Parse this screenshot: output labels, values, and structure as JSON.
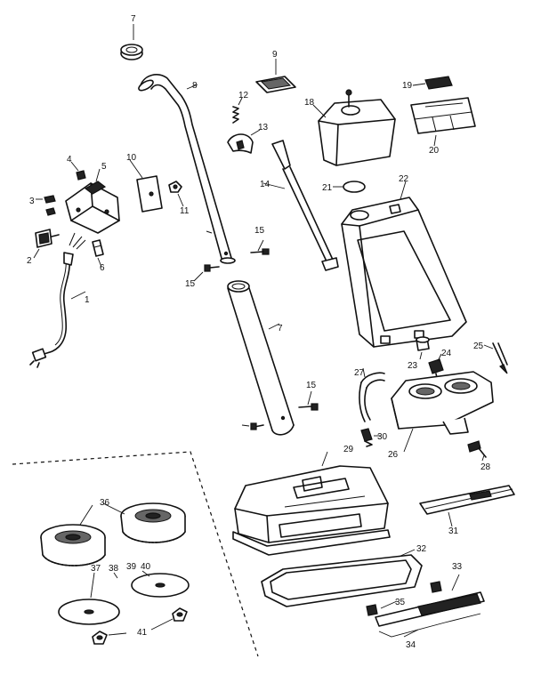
{
  "diagram": {
    "type": "exploded-parts-diagram",
    "callouts": [
      {
        "id": "c1",
        "text": "1"
      },
      {
        "id": "c2",
        "text": "2"
      },
      {
        "id": "c3",
        "text": "3"
      },
      {
        "id": "c4",
        "text": "4"
      },
      {
        "id": "c5",
        "text": "5"
      },
      {
        "id": "c6",
        "text": "6"
      },
      {
        "id": "c7a",
        "text": "7"
      },
      {
        "id": "c7b",
        "text": "7"
      },
      {
        "id": "c8",
        "text": "8"
      },
      {
        "id": "c9",
        "text": "9"
      },
      {
        "id": "c10",
        "text": "10"
      },
      {
        "id": "c11",
        "text": "11"
      },
      {
        "id": "c12",
        "text": "12"
      },
      {
        "id": "c13",
        "text": "13"
      },
      {
        "id": "c14",
        "text": "14"
      },
      {
        "id": "c15a",
        "text": "15"
      },
      {
        "id": "c15b",
        "text": "15"
      },
      {
        "id": "c15c",
        "text": "15"
      },
      {
        "id": "c18",
        "text": "18"
      },
      {
        "id": "c19",
        "text": "19"
      },
      {
        "id": "c20",
        "text": "20"
      },
      {
        "id": "c21",
        "text": "21"
      },
      {
        "id": "c22",
        "text": "22"
      },
      {
        "id": "c23",
        "text": "23"
      },
      {
        "id": "c24",
        "text": "24"
      },
      {
        "id": "c25",
        "text": "25"
      },
      {
        "id": "c26",
        "text": "26"
      },
      {
        "id": "c27",
        "text": "27"
      },
      {
        "id": "c28",
        "text": "28"
      },
      {
        "id": "c29",
        "text": "29"
      },
      {
        "id": "c30",
        "text": "30"
      },
      {
        "id": "c31",
        "text": "31"
      },
      {
        "id": "c32",
        "text": "32"
      },
      {
        "id": "c33",
        "text": "33"
      },
      {
        "id": "c34",
        "text": "34"
      },
      {
        "id": "c35",
        "text": "35"
      },
      {
        "id": "c36",
        "text": "36"
      },
      {
        "id": "c37",
        "text": "37"
      },
      {
        "id": "c38",
        "text": "38"
      },
      {
        "id": "c39",
        "text": "39"
      },
      {
        "id": "c40",
        "text": "40"
      },
      {
        "id": "c41",
        "text": "41"
      }
    ]
  }
}
